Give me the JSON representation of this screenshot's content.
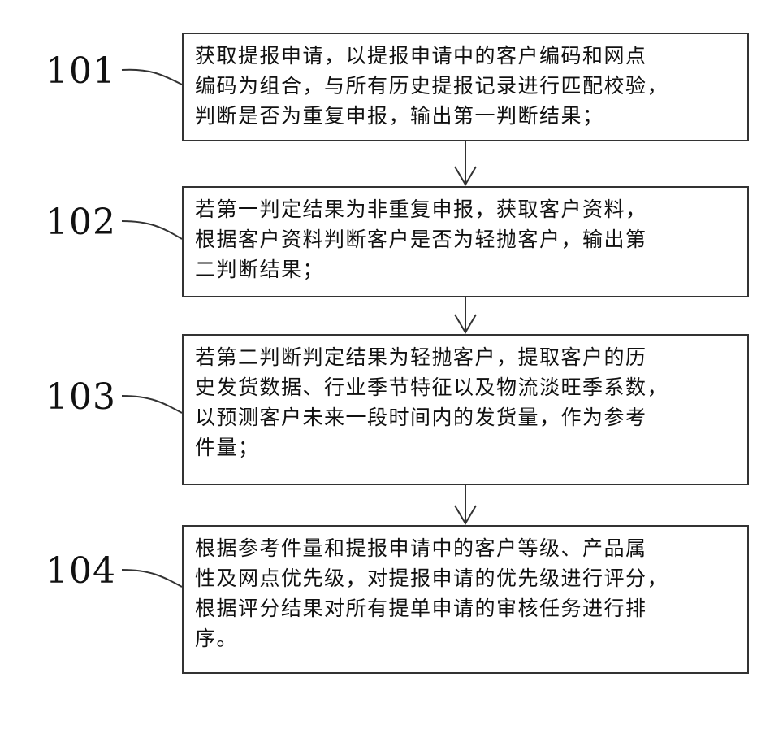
{
  "steps": [
    {
      "id": "101",
      "text": "获取提报申请，以提报申请中的客户编码和网点\n编码为组合，与所有历史提报记录进行匹配校验，\n判断是否为重复申报，输出第一判断结果；"
    },
    {
      "id": "102",
      "text": "若第一判定结果为非重复申报，获取客户资料，\n根据客户资料判断客户是否为轻抛客户，输出第\n二判断结果；"
    },
    {
      "id": "103",
      "text": "若第二判断判定结果为轻抛客户，提取客户的历\n史发货数据、行业季节特征以及物流淡旺季系数，\n以预测客户未来一段时间内的发货量，作为参考\n件量；"
    },
    {
      "id": "104",
      "text": "根据参考件量和提报申请中的客户等级、产品属\n性及网点优先级，对提报申请的优先级进行评分，\n根据评分结果对所有提单申请的审核任务进行排\n序。"
    }
  ]
}
